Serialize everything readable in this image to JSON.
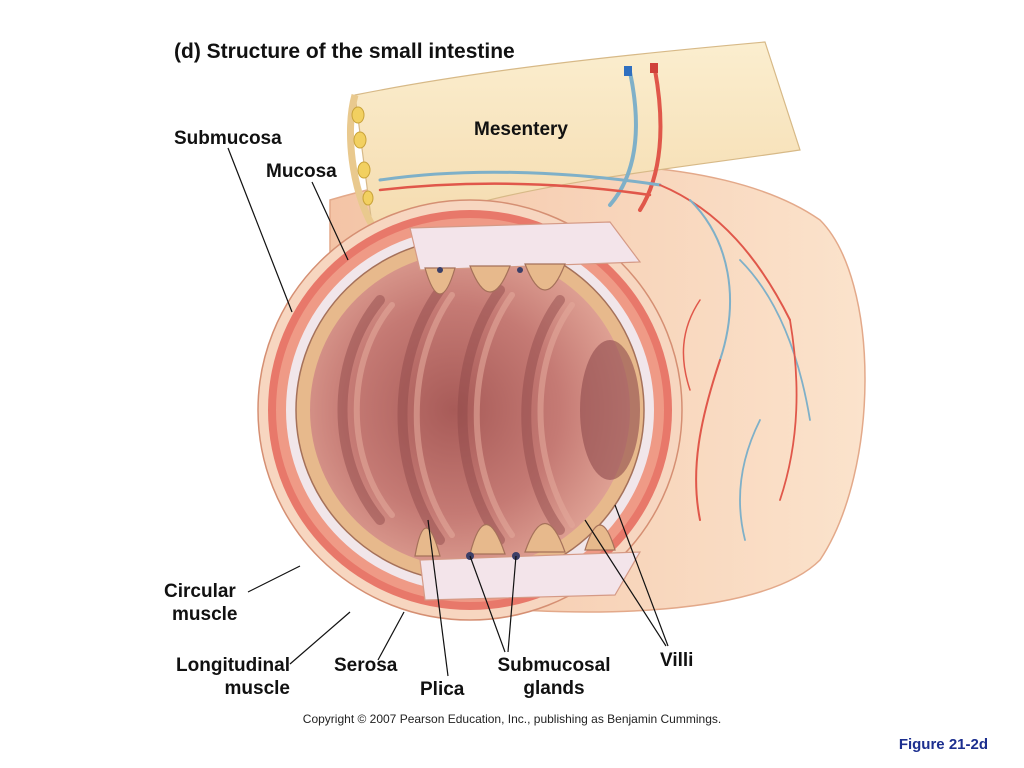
{
  "title": "(d) Structure of the small intestine",
  "labels": {
    "submucosa": "Submucosa",
    "mucosa": "Mucosa",
    "mesentery": "Mesentery",
    "circular_muscle": [
      "Circular",
      "muscle"
    ],
    "longitudinal_muscle": [
      "Longitudinal",
      "muscle"
    ],
    "serosa": "Serosa",
    "plica": "Plica",
    "submucosal_glands": [
      "Submucosal",
      "glands"
    ],
    "villi": "Villi"
  },
  "copyright": "Copyright © 2007 Pearson Education, Inc., publishing as Benjamin Cummings.",
  "figure_number": "Figure 21-2d",
  "colors": {
    "mesentery": "#f8e8c4",
    "tissue_outer": "#f5c9a8",
    "muscle": "#e8786a",
    "lumen": "#c97a72",
    "villi": "#e7b98c",
    "vein": "#7fb0c8",
    "artery": "#e0574a",
    "figure_number": "#1c2f8f"
  }
}
